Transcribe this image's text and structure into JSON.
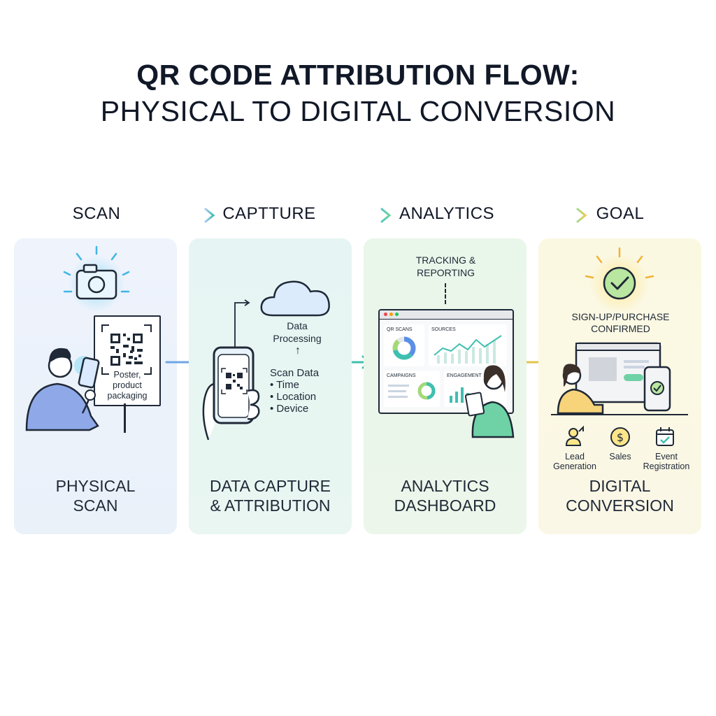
{
  "title": {
    "line1": "QR CODE ATTRIBUTION FLOW:",
    "line2": "PHYSICAL TO DIGITAL CONVERSION"
  },
  "stages": [
    "SCAN",
    "CAPTTURE",
    "ANALYTICS",
    "GOAL"
  ],
  "panels": {
    "scan": {
      "poster_text": "Poster,\nproduct\npackaging",
      "caption_1": "PHYSICAL",
      "caption_2": "SCAN"
    },
    "capture": {
      "cloud_label_1": "Data",
      "cloud_label_2": "Processing",
      "scan_data_title": "Scan Data",
      "scan_data_items": [
        "• Time",
        "• Location",
        "• Device"
      ],
      "caption_1": "DATA CAPTURE",
      "caption_2": "& ATTRIBUTION"
    },
    "analytics": {
      "tracking_1": "TRACKING &",
      "tracking_2": "REPORTING",
      "widgets": [
        "QR SCANS",
        "SOURCES",
        "CAMPAIGNS",
        "ENGAGEMENT"
      ],
      "caption_1": "ANALYTICS",
      "caption_2": "DASHBOARD"
    },
    "goal": {
      "confirm_1": "SIGN-UP/PURCHASE",
      "confirm_2": "CONFIRMED",
      "outcomes": [
        {
          "line1": "Lead",
          "line2": "Generation",
          "icon": "user-arrow-icon"
        },
        {
          "line1": "Sales",
          "line2": "",
          "icon": "dollar-coin-icon"
        },
        {
          "line1": "Event",
          "line2": "Registration",
          "icon": "calendar-check-icon"
        }
      ],
      "caption_1": "DIGITAL",
      "caption_2": "CONVERSION"
    }
  },
  "colors": {
    "panel_scan": "#eef3fb",
    "panel_capture": "#e8f6f4",
    "panel_analytics": "#ebf6ec",
    "panel_goal": "#fbf7e4",
    "arrow_blue": "#6ea6e4",
    "arrow_teal": "#3fbfb0",
    "arrow_green": "#8fd07a",
    "arrow_yellow": "#f2c94c"
  }
}
